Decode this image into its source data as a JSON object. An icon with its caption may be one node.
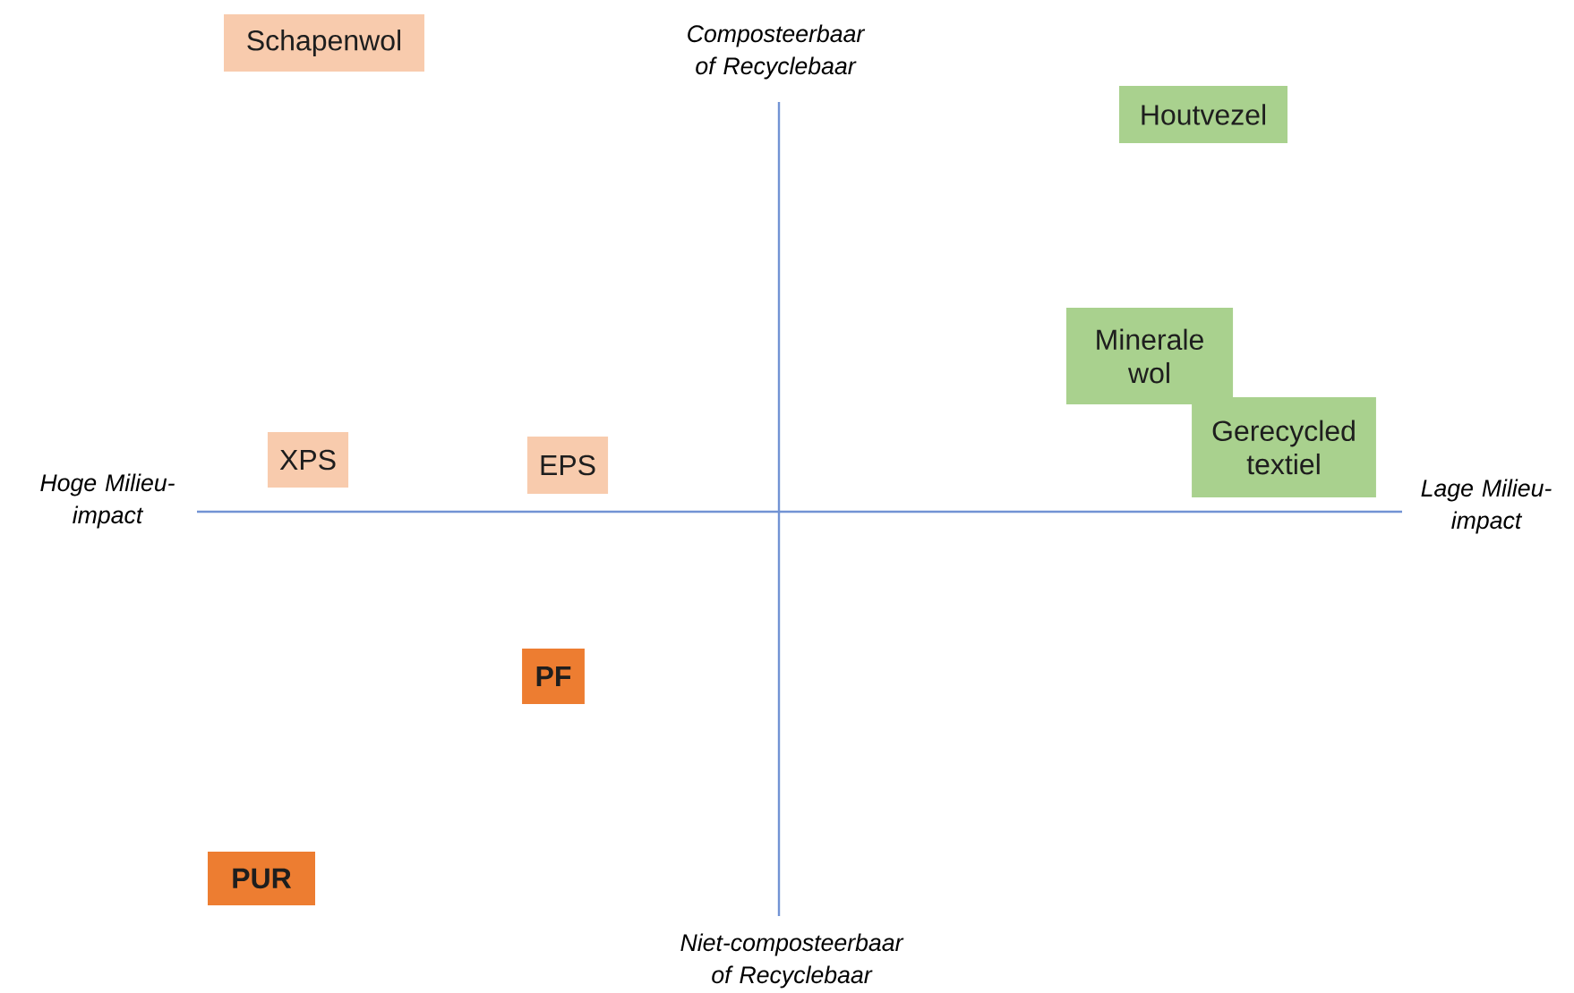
{
  "diagram": {
    "nodes": [
      {
        "text": [
          "Schapenwol"
        ]
      },
      {
        "text": [
          "Houtvezel"
        ]
      },
      {
        "text": [
          "Minerale wol"
        ]
      },
      {
        "text": [
          "Gerecycled textiel"
        ]
      },
      {
        "text": [
          "XPS"
        ]
      },
      {
        "text": [
          "EPS"
        ]
      },
      {
        "text": [
          "PF"
        ]
      },
      {
        "text": [
          "PUR"
        ]
      }
    ],
    "labels": [
      "Composteerbaar of Recyclebaar",
      "Hoge Milieu-impact",
      "Lage Milieu-impact",
      "Niet-composteerbaar of Recyclebaar"
    ]
  }
}
